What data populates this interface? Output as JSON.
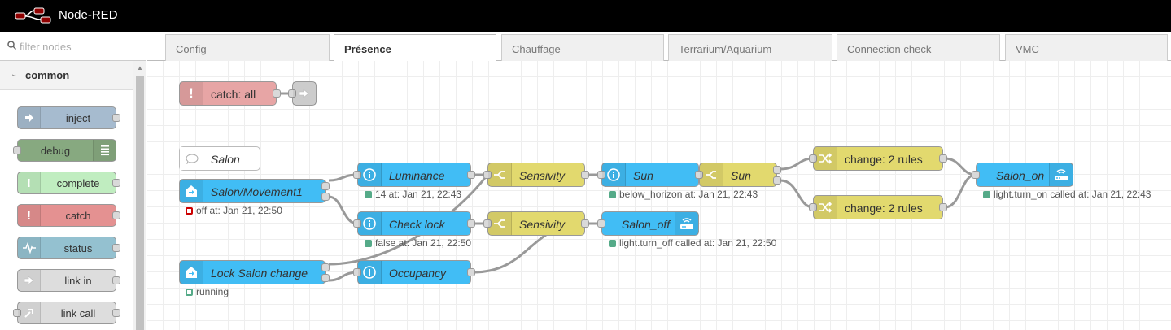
{
  "app": {
    "title": "Node-RED"
  },
  "palette": {
    "filter_placeholder": "filter nodes",
    "category": "common",
    "nodes": [
      {
        "label": "inject",
        "color": "#a6bbcf"
      },
      {
        "label": "debug",
        "color": "#87a980"
      },
      {
        "label": "complete",
        "color": "#c0edc0"
      },
      {
        "label": "catch",
        "color": "#e49191"
      },
      {
        "label": "status",
        "color": "#94c1d0"
      },
      {
        "label": "link in",
        "color": "#dddddd"
      },
      {
        "label": "link call",
        "color": "#dddddd"
      }
    ]
  },
  "tabs": [
    {
      "label": "Config",
      "active": false
    },
    {
      "label": "Présence",
      "active": true
    },
    {
      "label": "Chauffage",
      "active": false
    },
    {
      "label": "Terrarium/Aquarium",
      "active": false
    },
    {
      "label": "Connection check",
      "active": false
    },
    {
      "label": "VMC",
      "active": false
    }
  ],
  "flow": {
    "catch_node": {
      "label": "catch: all"
    },
    "comment_node": {
      "label": "Salon"
    },
    "salon_movement": {
      "label": "Salon/Movement1",
      "status": "off at: Jan 21, 22:50"
    },
    "lock_salon_change": {
      "label": "Lock Salon change",
      "status": "running"
    },
    "luminance": {
      "label": "Luminance",
      "status": "14 at: Jan 21, 22:43"
    },
    "check_lock": {
      "label": "Check lock",
      "status": "false at: Jan 21, 22:50"
    },
    "occupancy": {
      "label": "Occupancy"
    },
    "sensivity_1": {
      "label": "Sensivity"
    },
    "sensivity_2": {
      "label": "Sensivity"
    },
    "sun_1": {
      "label": "Sun",
      "status": "below_horizon at: Jan 21, 22:43"
    },
    "sun_2": {
      "label": "Sun"
    },
    "salon_off": {
      "label": "Salon_off",
      "status": "light.turn_off called at: Jan 21, 22:50"
    },
    "change_1": {
      "label": "change: 2 rules"
    },
    "change_2": {
      "label": "change: 2 rules"
    },
    "salon_on": {
      "label": "Salon_on",
      "status": "light.turn_on called at: Jan 21, 22:43"
    }
  }
}
